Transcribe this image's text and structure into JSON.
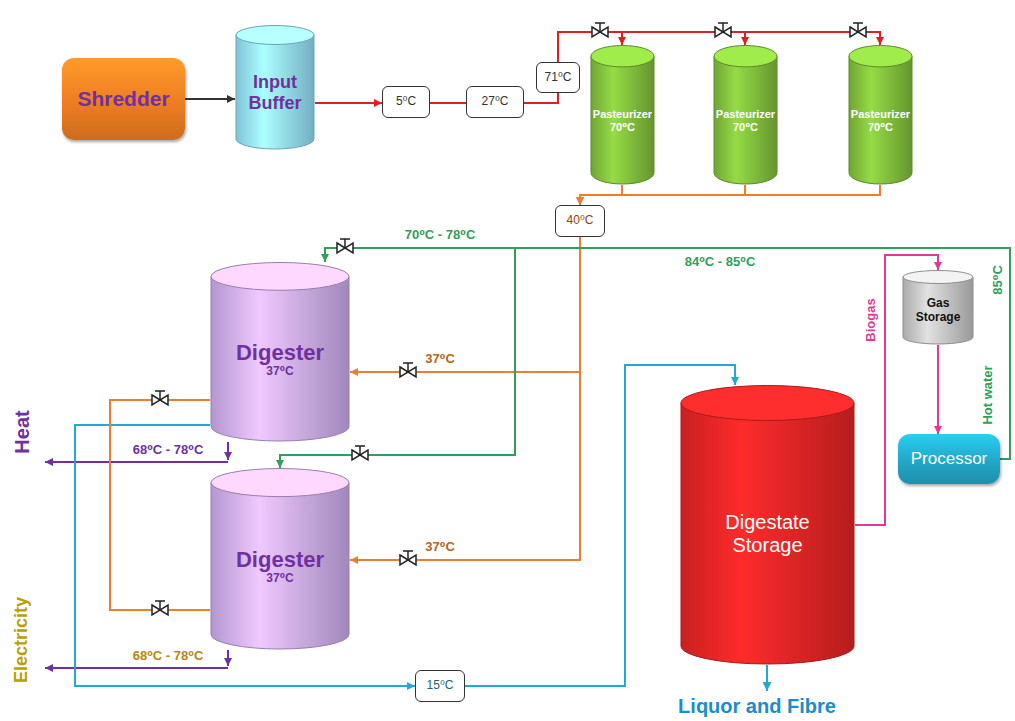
{
  "diagram": {
    "nodes": [
      {
        "text": [
          "Shredder"
        ]
      },
      {
        "text": [
          "Input Buffer"
        ]
      },
      {
        "text": [
          "5⁰C"
        ]
      },
      {
        "text": [
          "27⁰C"
        ]
      },
      {
        "text": [
          "71⁰C"
        ]
      },
      {
        "text": [
          "Pasteurizer",
          "70⁰C"
        ]
      },
      {
        "text": [
          "Pasteurizer",
          "70⁰C"
        ]
      },
      {
        "text": [
          "Pasteurizer",
          "70⁰C"
        ]
      },
      {
        "text": [
          "40⁰C"
        ]
      },
      {
        "text": [
          "Digester",
          "37⁰C"
        ]
      },
      {
        "text": [
          "Gas Storage"
        ]
      },
      {
        "text": [
          "Processor"
        ]
      },
      {
        "text": [
          "Digester",
          "37⁰C"
        ]
      },
      {
        "text": [
          "Digestate Storage"
        ]
      },
      {
        "text": [
          "15⁰C"
        ]
      }
    ],
    "edges": [
      {
        "from": 0,
        "to": 1,
        "arrow": "to"
      },
      {
        "from": 1,
        "to": 2,
        "arrow": "to"
      },
      {
        "from": 2,
        "to": 3,
        "arrow": "none"
      },
      {
        "from": 3,
        "to": 4,
        "arrow": "none"
      },
      {
        "from": 4,
        "to": 5,
        "arrow": "to"
      },
      {
        "from": 4,
        "to": 6,
        "arrow": "to"
      },
      {
        "from": 4,
        "to": 7,
        "arrow": "to"
      },
      {
        "from": 5,
        "to": 8,
        "arrow": "to"
      },
      {
        "from": 6,
        "to": 8,
        "arrow": "to"
      },
      {
        "from": 7,
        "to": 8,
        "arrow": "to"
      },
      {
        "from": 8,
        "to": 9,
        "arrow": "to",
        "label": "37⁰C"
      },
      {
        "from": 8,
        "to": 12,
        "arrow": "to",
        "label": "37⁰C"
      },
      {
        "from": 11,
        "to": 9,
        "arrow": "to",
        "label": "70⁰C - 78⁰C"
      },
      {
        "from": 11,
        "to": 12,
        "arrow": "to",
        "label": "84⁰C - 85⁰C"
      },
      {
        "from": 13,
        "to": 10,
        "arrow": "to",
        "label": "Biogas"
      },
      {
        "from": 10,
        "to": 11,
        "arrow": "to"
      },
      {
        "from": 9,
        "to": 14,
        "arrow": "to"
      },
      {
        "from": 14,
        "to": 13,
        "arrow": "to"
      },
      {
        "from": 9,
        "to": 12,
        "arrow": "none"
      }
    ],
    "labels": [
      "Hot water",
      "85⁰C",
      "Heat",
      "Electricity",
      "68⁰C - 78⁰C",
      "68⁰C - 78⁰C",
      "Liquor and Fibre"
    ]
  }
}
